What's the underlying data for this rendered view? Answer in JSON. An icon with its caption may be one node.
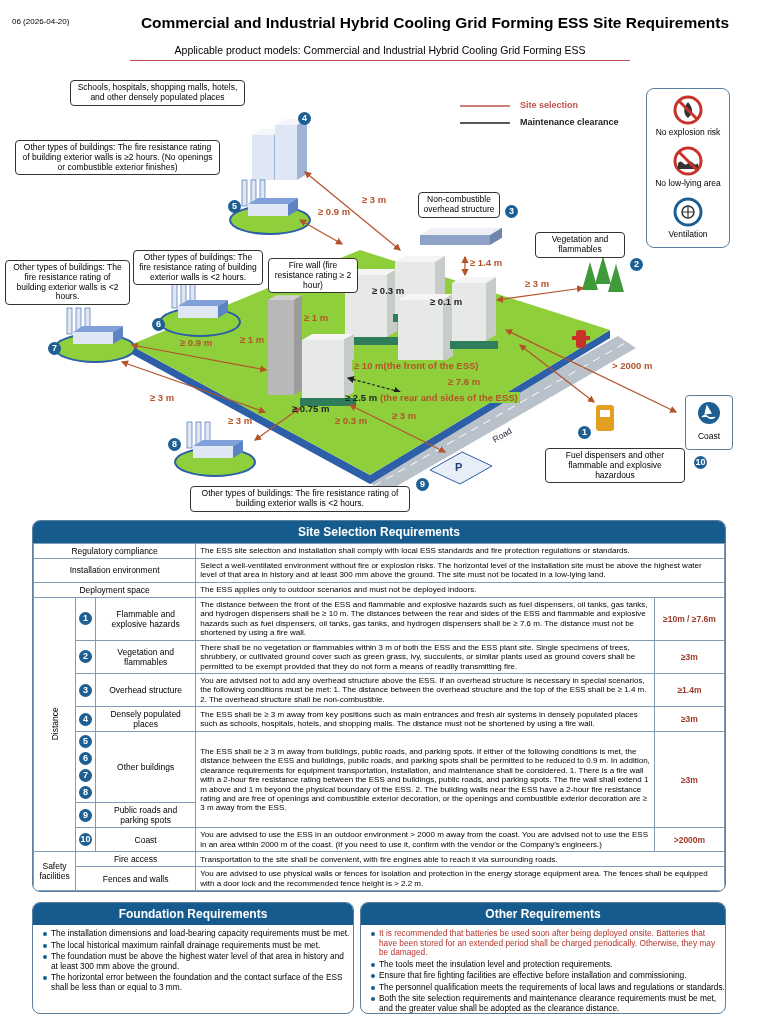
{
  "diagram": {
    "title": "Commercial and Industrial Hybrid Cooling Grid Forming ESS Site Requirements",
    "nodes": [
      {
        "text": [
          "Schools, hospitals, shopping malls, hotels, and other densely populated places"
        ]
      },
      {
        "text": [
          "No explosion risk",
          "No low-lying area",
          "Ventilation"
        ]
      },
      {
        "text": [
          "Other types of buildings: The fire resistance rating of building exterior walls is ≥2 hours. (No openings or combustible exterior finishes)"
        ]
      },
      {
        "text": [
          "Non-combustible overhead structure"
        ]
      },
      {
        "text": [
          "Vegetation and flammables"
        ]
      },
      {
        "text": [
          "Other types of buildings: The fire resistance rating of building exterior walls is <2 hours."
        ]
      },
      {
        "text": [
          "Other types of buildings: The fire resistance rating of building exterior walls is <2 hours."
        ]
      },
      {
        "text": [
          "Fire wall (fire resistance rating ≥ 2 hour)"
        ]
      },
      {
        "text": [
          "Coast"
        ]
      },
      {
        "text": [
          "Fuel dispensers and other flammable and explosive hazardous"
        ]
      },
      {
        "text": [
          "Other types of buildings: The fire resistance rating of building exterior walls is <2 hours."
        ]
      },
      {
        "text": [
          "Site Selection Requirements"
        ]
      },
      {
        "text": [
          "Foundation Requirements",
          "The installation dimensions and load-bearing capacity requirements must be met.",
          "The local historical maximum rainfall drainage requirements must be met.",
          "The foundation must be above the highest water level of that area in history and at least 300 mm above the ground.",
          "The horizontal error between the foundation and the contact surface of the ESS shall be less than or equal to 3 mm."
        ]
      },
      {
        "text": [
          "Other Requirements",
          "It is recommended that batteries be used soon after being deployed onsite. Batteries that have been stored for an extended period shall be charged periodically. Otherwise, they may be damaged.",
          "The tools meet the insulation level and protection requirements.",
          "Ensure that fire fighting facilities are effective before installation and commissioning.",
          "The personnel qualification meets the requirements of local laws and regulations or standards.",
          "Both the site selection requirements and maintenance clearance requirements must be met, and the greater value shall be adopted as the clearance distance."
        ]
      }
    ],
    "labels": [
      "06 (2026-04-20)",
      "Applicable product models: Commercial and Industrial Hybrid Cooling Grid Forming ESS",
      "4",
      "≥ 3 m",
      "3",
      "5",
      "≥ 0.9 m",
      "≥ 1.4 m",
      "2",
      "≥ 0.3 m",
      "≥ 0.1 m",
      "6",
      "≥ 1 m",
      "≥ 1 m",
      "≥ 3 m",
      "7",
      "≥ 0.9 m",
      "≥ 10 m(the front of the ESS)",
      "≥ 3 m",
      "≥ 2.5 m",
      "≥ 7.6 m",
      "(the rear and sides of the ESS)",
      "> 2000 m",
      "≥ 0.75 m",
      "≥ 3 m",
      "≥ 0.3 m",
      "≥ 3 m",
      "1",
      "Road",
      "P",
      "9",
      "10",
      "8",
      "Regulatory compliance",
      "The ESS site selection and installation shall comply with local ESS standards and fire protection regulations or standards.",
      "Installation environment",
      "Select a well-ventilated environment without fire or explosion risks. The horizontal level of the installation site must be above the highest water level of that area in history and at least 300 mm above the ground. The site must not be located in a low-lying land.",
      "Deployment space",
      "The ESS applies only to outdoor scenarios and must not be deployed indoors.",
      "Distance",
      "1",
      "Flammable and explosive hazards",
      "The distance between the front of the ESS and flammable and explosive hazards such as fuel dispensers, oil tanks, gas tanks, and hydrogen dispensers shall be ≥ 10 m. The distances between the rear and sides of the ESS and flammable and explosive hazards such as fuel dispensers, oil tanks, gas tanks, and hydrogen dispensers shall be ≥ 7.6 m. The distance must not be shortened by using a fire wall.",
      "≥10m / ≥7.6m",
      "2",
      "Vegetation and flammables",
      "There shall be no vegetation or flammables within 3 m of both the ESS and the ESS plant site. Single specimens of trees, shrubbery, or cultivated ground cover such as green grass, ivy, succulents, or similar plants used as ground covers shall be permitted to be exempt provided that they do not form a means of readily transmitting fire.",
      "≥3m",
      "3",
      "Overhead structure",
      "You are advised not to add any overhead structure above the ESS. If an overhead structure is necessary in special scenarios, the following conditions must be met: 1. The distance between the overhead structure and the top of the ESS shall be ≥ 1.4 m. 2. The overhead structure shall be non-combustible.",
      "≥1.4m",
      "4",
      "Densely populated places",
      "The ESS shall be ≥ 3 m away from key positions such as main entrances and fresh air systems in densely populated places such as schools, hospitals, hotels, and shopping malls. The distance must not be shortened by using a fire wall.",
      "≥3m",
      "5",
      "6",
      "7",
      "8",
      "Other buildings",
      "The ESS shall be ≥ 3 m away from buildings, public roads, and parking spots. If either of the following conditions is met, the distance between the ESS and buildings, public roads, and parking spots shall be permitted to be reduced to 0.9 m. In addition, clearance requirements for equipment transportation, installation, and maintenance shall be considered. 1. There is a fire wall with a 2-hour fire resistance rating between the ESS and buildings, public roads, and parking spots. The fire wall shall extend 1 m above and 1 m beyond the physical boundary of the ESS. 2. The building walls near the ESS have a 2-hour fire resistance rating and are free of openings and combustible exterior decoration, or the openings and combustible exterior decoration are ≥ 3 m away from the ESS.",
      "≥3m",
      "9",
      "Public roads and parking spots",
      "10",
      "Coast",
      "You are advised to use the ESS in an outdoor environment > 2000 m away from the coast. You are advised not to use the ESS in an area within 2000 m of the coast. (If you need to use it, confirm with the vendor or the Company's engineers.)",
      ">2000m",
      "Safety facilities",
      "Fire access",
      "Transportation to the site shall be convenient, with fire engines able to reach it via surrounding roads.",
      "Fences and walls",
      "You are advised to use physical walls or fences for isolation and protection in the energy storage equipment area. The fences shall be equipped with a door lock and the recommended fence height is > 2.2 m."
    ],
    "legend": [
      {
        "text": "Site selection"
      },
      {
        "text": "Maintenance clearance"
      }
    ]
  }
}
